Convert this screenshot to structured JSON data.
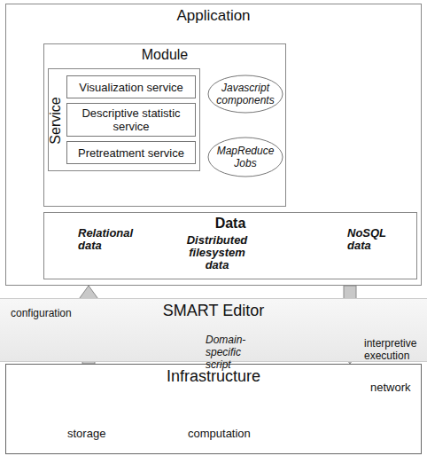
{
  "diagram": {
    "nodes": [
      {
        "text": [
          "Application"
        ]
      },
      {
        "text": [
          "Module"
        ],
        "in": 0
      },
      {
        "text": [
          "Service"
        ],
        "in": 1
      },
      {
        "text": [
          "Visualization service"
        ],
        "in": 2
      },
      {
        "text": [
          "Descriptive statistic service"
        ],
        "in": 2
      },
      {
        "text": [
          "Pretreatment service"
        ],
        "in": 2
      },
      {
        "text": [
          "Javascript components"
        ],
        "in": 1
      },
      {
        "text": [
          "MapReduce Jobs"
        ],
        "in": 1
      },
      {
        "text": [
          "Data"
        ],
        "in": 0
      },
      {
        "text": [
          "SMART Editor"
        ]
      },
      {
        "text": [
          "Infrastructure"
        ]
      }
    ],
    "edges": [
      {
        "from": 10,
        "to": 0,
        "arrow": "to"
      },
      {
        "from": 0,
        "to": 10,
        "arrow": "to"
      }
    ],
    "labels": [
      "Relational data",
      "Distributed filesystem data",
      "NoSQL data",
      "configuration",
      "Domain-specific script",
      "interpretive execution",
      "storage",
      "computation",
      "network"
    ]
  }
}
